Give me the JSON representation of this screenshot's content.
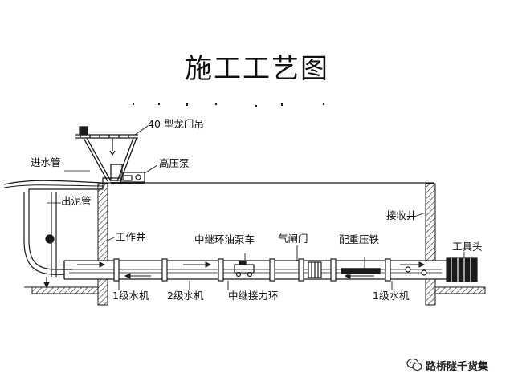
{
  "title": "施工工艺图",
  "labels": {
    "gantry": "40 型龙门吊",
    "hp_pump": "高压泵",
    "inlet_pipe": "进水管",
    "mud_pipe": "出泥管",
    "work_shaft": "工作井",
    "relay_pump_car": "中继环油泵车",
    "air_valve": "气闸门",
    "counterweight": "配重压铁",
    "receiving_shaft": "接收井",
    "tool_head": "工具头",
    "machine_1": "1级水机",
    "machine_2": "2级水机",
    "relay_ring": "中继接力环",
    "machine_1_right": "1级水机"
  },
  "watermark": {
    "text": "路桥隧千货集",
    "icon": "wechat-icon"
  },
  "colors": {
    "line": "#1a1a1a",
    "background": "#ffffff"
  }
}
